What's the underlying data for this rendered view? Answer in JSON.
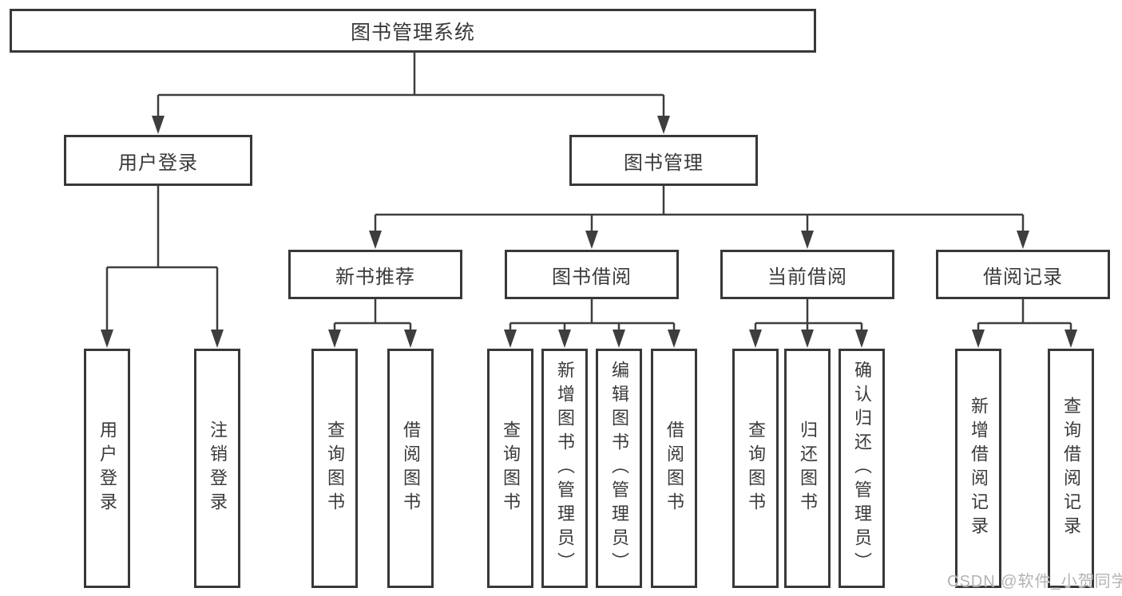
{
  "colors": {
    "background": "#ffffff",
    "box_border": "#383838",
    "connector_line": "#3e3e3e",
    "text": "#3a3a3a",
    "watermark_text": "#b3b3b3"
  },
  "tree": {
    "root": {
      "label": "图书管理系统",
      "children": [
        {
          "label": "用户登录",
          "children": [
            {
              "label": "用户登录"
            },
            {
              "label": "注销登录"
            }
          ]
        },
        {
          "label": "图书管理",
          "children": [
            {
              "label": "新书推荐",
              "children": [
                {
                  "label": "查询图书"
                },
                {
                  "label": "借阅图书"
                }
              ]
            },
            {
              "label": "图书借阅",
              "children": [
                {
                  "label": "查询图书"
                },
                {
                  "label": "新增图书（管理员）"
                },
                {
                  "label": "编辑图书（管理员）"
                },
                {
                  "label": "借阅图书"
                }
              ]
            },
            {
              "label": "当前借阅",
              "children": [
                {
                  "label": "查询图书"
                },
                {
                  "label": "归还图书"
                },
                {
                  "label": "确认归还（管理员）"
                }
              ]
            },
            {
              "label": "借阅记录",
              "children": [
                {
                  "label": "新增借阅记录"
                },
                {
                  "label": "查询借阅记录"
                }
              ]
            }
          ]
        }
      ]
    }
  },
  "watermark": "CSDN @软件_小贺同学"
}
